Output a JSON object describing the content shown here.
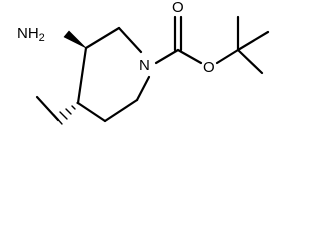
{
  "molecule": {
    "atom_labels": {
      "amine": "NH2",
      "amine_text": "NH",
      "amine_subscript": "2",
      "ring_nitrogen": "N",
      "carbonyl_oxygen": "O",
      "ester_oxygen": "O"
    },
    "stereo": {
      "amine_bond": "wedge",
      "ethyl_bond": "hashed-wedge"
    }
  }
}
